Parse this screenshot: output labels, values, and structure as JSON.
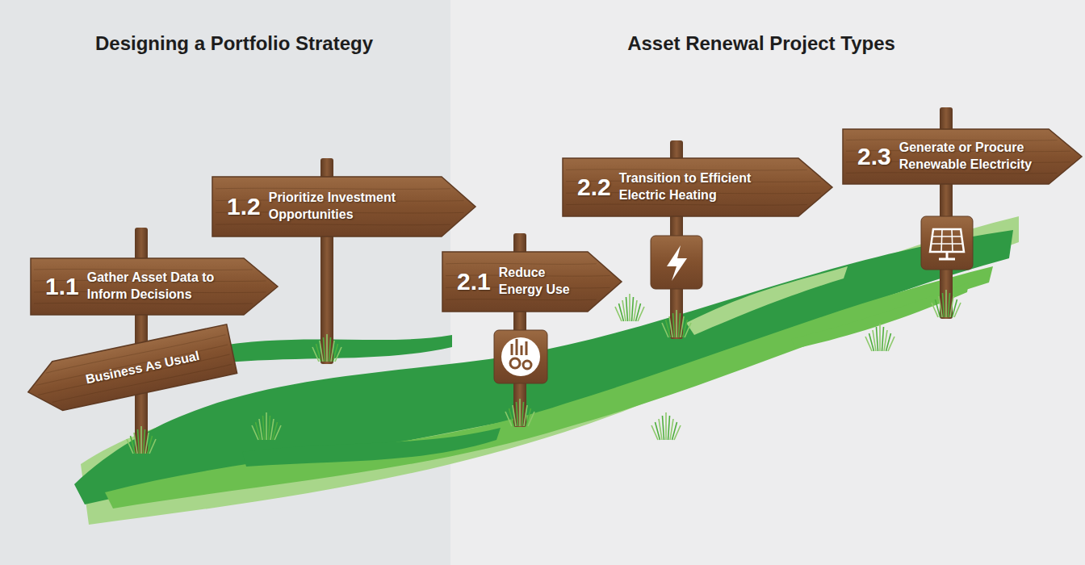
{
  "diagram": {
    "nodes": [
      {
        "text": [
          "1.1",
          "Gather Asset Data to Inform Decisions"
        ]
      },
      {
        "text": [
          "Business As Usual"
        ]
      },
      {
        "text": [
          "1.2",
          "Prioritize Investment Opportunities"
        ]
      },
      {
        "text": [
          "2.1",
          "Reduce Energy Use"
        ]
      },
      {
        "text": [
          "2.2",
          "Transition to Efficient Electric Heating"
        ]
      },
      {
        "text": [
          "2.3",
          "Generate or Procure Renewable Electricity"
        ]
      }
    ],
    "labels": [
      "Designing a Portfolio Strategy",
      "Asset Renewal Project Types"
    ]
  }
}
